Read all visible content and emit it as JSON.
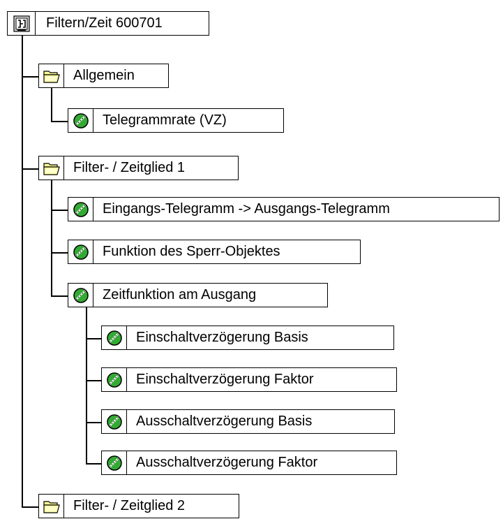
{
  "root": {
    "label": "Filtern/Zeit 600701",
    "icon": "device-icon"
  },
  "groups": [
    {
      "label": "Allgemein",
      "icon": "folder-open-icon",
      "items": [
        {
          "label": "Telegrammrate (VZ)",
          "icon": "parameter-icon"
        }
      ]
    },
    {
      "label": "Filter- / Zeitglied 1",
      "icon": "folder-open-icon",
      "items": [
        {
          "label": "Eingangs-Telegramm -> Ausgangs-Telegramm",
          "icon": "parameter-icon"
        },
        {
          "label": "Funktion des Sperr-Objektes",
          "icon": "parameter-icon"
        },
        {
          "label": "Zeitfunktion am Ausgang",
          "icon": "parameter-icon",
          "children": [
            {
              "label": "Einschaltverzögerung Basis",
              "icon": "parameter-icon"
            },
            {
              "label": "Einschaltverzögerung Faktor",
              "icon": "parameter-icon"
            },
            {
              "label": "Ausschaltverzögerung Basis",
              "icon": "parameter-icon"
            },
            {
              "label": "Ausschaltverzögerung Faktor",
              "icon": "parameter-icon"
            }
          ]
        }
      ]
    },
    {
      "label": "Filter- / Zeitglied 2",
      "icon": "folder-open-icon"
    }
  ],
  "colors": {
    "folder": "#ffff99",
    "parameter": "#33aa33",
    "line": "#000000"
  }
}
